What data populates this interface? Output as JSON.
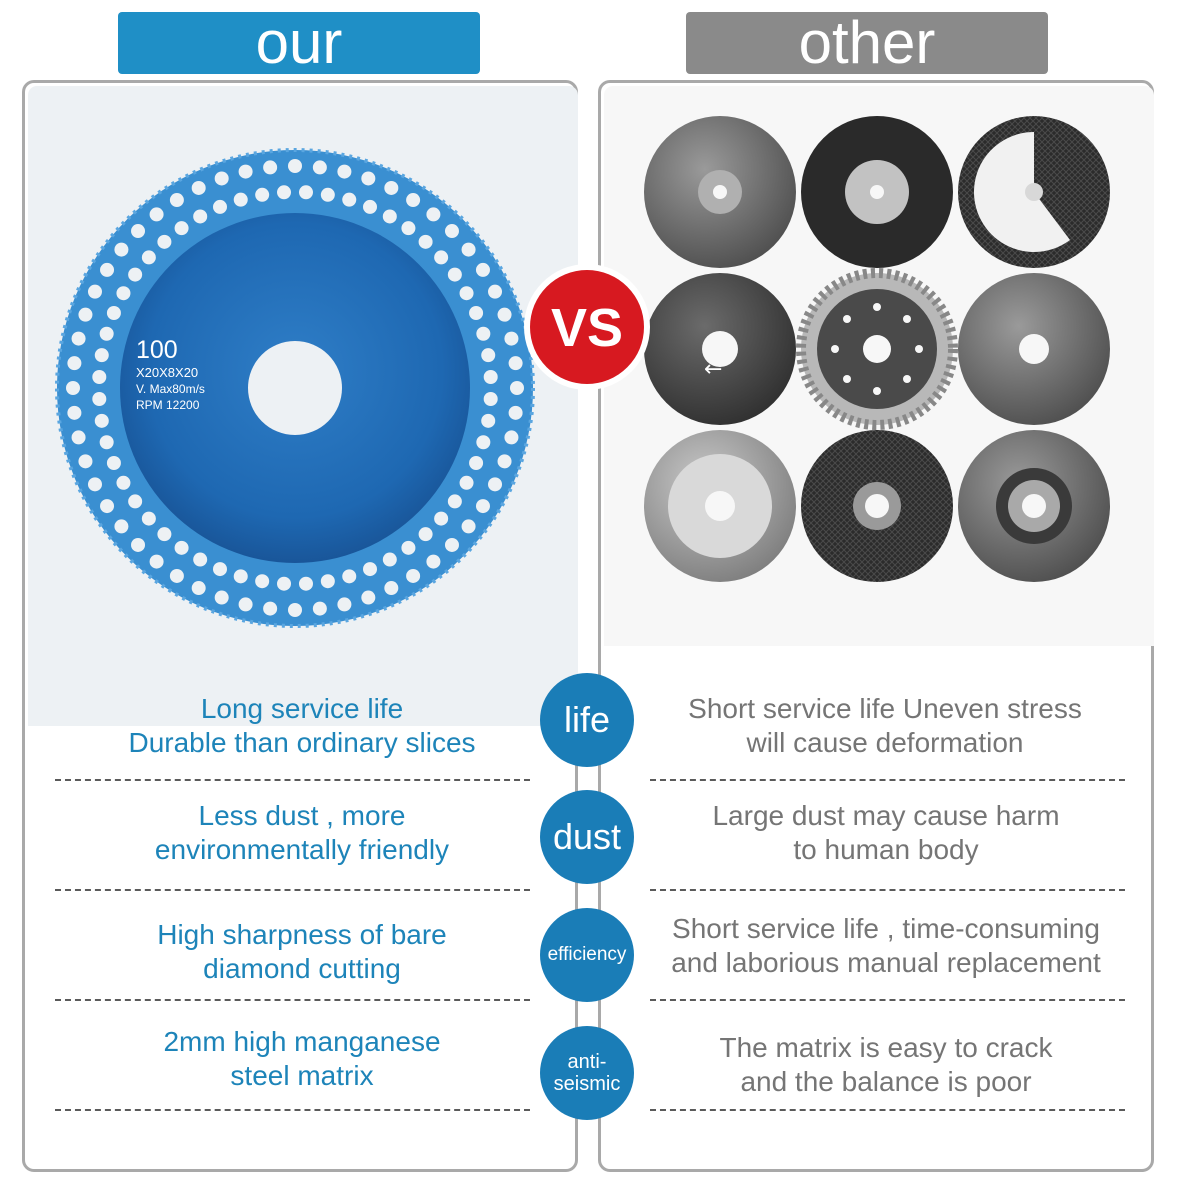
{
  "headers": {
    "ours": "our",
    "others": "other"
  },
  "vs_label": "VS",
  "blade_markings": {
    "size": "100",
    "dims": "X20X8X20",
    "vmax": "V. Max80m/s",
    "rpm": "RPM 12200"
  },
  "rows": [
    {
      "badge": "life",
      "ours_line1": "Long service life",
      "ours_line2": "Durable than ordinary slices",
      "others_line1": "Short service life Uneven stress",
      "others_line2": "will cause deformation"
    },
    {
      "badge": "dust",
      "ours_line1": "Less dust , more",
      "ours_line2": "environmentally friendly",
      "others_line1": "Large dust may cause harm",
      "others_line2": "to human body"
    },
    {
      "badge": "efficiency",
      "ours_line1": "High sharpness of bare",
      "ours_line2": "diamond cutting",
      "others_line1": "Short service life , time-consuming",
      "others_line2": "and laborious manual replacement"
    },
    {
      "badge_line1": "anti-",
      "badge_line2": "seismic",
      "ours_line1": "2mm high manganese",
      "ours_line2": "steel matrix",
      "others_line1": "The matrix is easy to crack",
      "others_line2": "and the balance is poor"
    }
  ],
  "colors": {
    "brand_blue": "#1f8fc6",
    "text_blue": "#1d84b9",
    "badge_blue": "#1a7db7",
    "header_gray": "#8a8a8a",
    "text_gray": "#757575",
    "vs_red": "#d71920"
  }
}
